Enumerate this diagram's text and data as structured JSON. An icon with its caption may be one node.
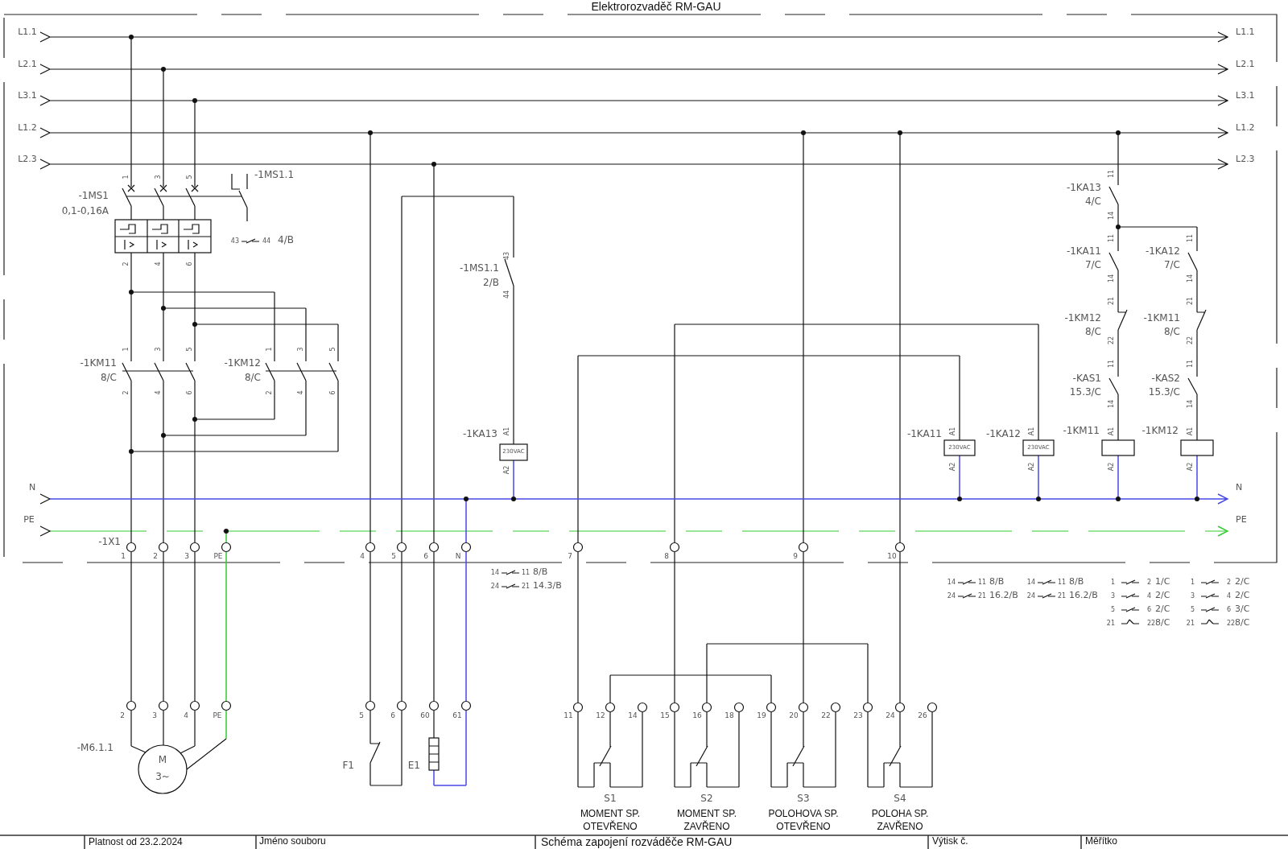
{
  "diagram": {
    "title": "Elektrorozvaděč RM-GAU",
    "labels": [
      "L1.1",
      "L2.1",
      "L3.1",
      "L1.2",
      "L2.3",
      "L1.1",
      "L2.1",
      "L3.1",
      "L1.2",
      "L2.3",
      "1",
      "3",
      "5",
      "-1MS1.1",
      "-1MS1",
      "0,1-0,16A",
      "43",
      "44",
      "4/B",
      "2",
      "4",
      "6",
      "1",
      "3",
      "5",
      "1",
      "3",
      "5",
      "-1KM11",
      "8/C",
      "-1KM12",
      "8/C",
      "2",
      "4",
      "6",
      "2",
      "4",
      "6",
      "-1MS1.1",
      "2/B",
      "43",
      "44",
      "-1KA13",
      "A1",
      "230VAC",
      "A2",
      "11",
      "-1KA13",
      "4/C",
      "14",
      "11",
      "-1KA11",
      "7/C",
      "14",
      "11",
      "-1KA12",
      "7/C",
      "14",
      "21",
      "-1KM12",
      "8/C",
      "22",
      "21",
      "-1KM11",
      "8/C",
      "22",
      "11",
      "-KAS1",
      "15.3/C",
      "14",
      "11",
      "-KAS2",
      "15.3/C",
      "14",
      "-1KA11",
      "A1",
      "230VAC",
      "A2",
      "-1KA12",
      "A1",
      "230VAC",
      "A2",
      "-1KM11",
      "A1",
      "A2",
      "-1KM12",
      "A1",
      "A2",
      "N",
      "PE",
      "N",
      "PE",
      "-1X1",
      "1",
      "2",
      "3",
      "PE",
      "4",
      "5",
      "6",
      "N",
      "7",
      "8",
      "9",
      "10",
      "14",
      "11",
      "8/B",
      "24",
      "21",
      "14.3/B",
      "14",
      "11",
      "8/B",
      "24",
      "21",
      "16.2/B",
      "14",
      "11",
      "8/B",
      "24",
      "21",
      "16.2/B",
      "1",
      "2",
      "1/C",
      "3",
      "4",
      "2/C",
      "5",
      "6",
      "2/C",
      "21",
      "22",
      "8/C",
      "1",
      "2",
      "2/C",
      "3",
      "4",
      "2/C",
      "5",
      "6",
      "3/C",
      "21",
      "22",
      "8/C",
      "2",
      "3",
      "4",
      "PE",
      "5",
      "6",
      "60",
      "61",
      "-M6.1.1",
      "M",
      "3~",
      "F1",
      "E1",
      "11",
      "12",
      "14",
      "15",
      "16",
      "18",
      "19",
      "20",
      "22",
      "23",
      "24",
      "26",
      "S1",
      "MOMENT SP. OTEVŘENO",
      "S2",
      "MOMENT SP. ZAVŘENO",
      "S3",
      "POLOHOVA SP. OTEVŘENO",
      "S4",
      "POLOHA SP. ZAVŘENO",
      "Platnost od 23.2.2024",
      "Jméno souboru",
      "Schéma zapojení rozváděče RM-GAU",
      "Výtisk č.",
      "Měřítko"
    ]
  }
}
